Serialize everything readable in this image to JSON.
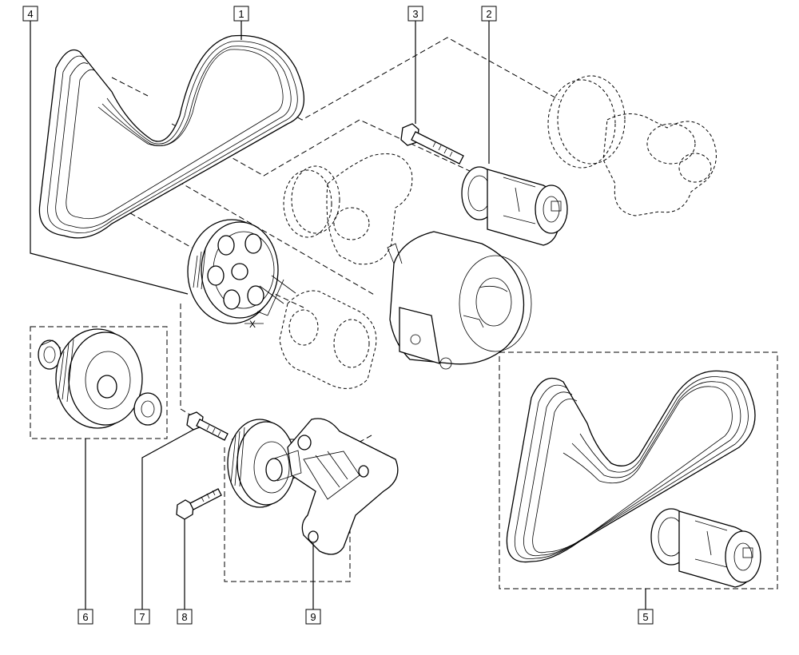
{
  "callouts": [
    {
      "id": "1",
      "label": "1"
    },
    {
      "id": "2",
      "label": "2"
    },
    {
      "id": "3",
      "label": "3"
    },
    {
      "id": "4",
      "label": "4"
    },
    {
      "id": "5",
      "label": "5"
    },
    {
      "id": "6",
      "label": "6"
    },
    {
      "id": "7",
      "label": "7"
    },
    {
      "id": "8",
      "label": "8"
    },
    {
      "id": "9",
      "label": "9"
    }
  ],
  "dimension_label": "X",
  "colors": {
    "line": "#000000",
    "background": "#ffffff"
  }
}
